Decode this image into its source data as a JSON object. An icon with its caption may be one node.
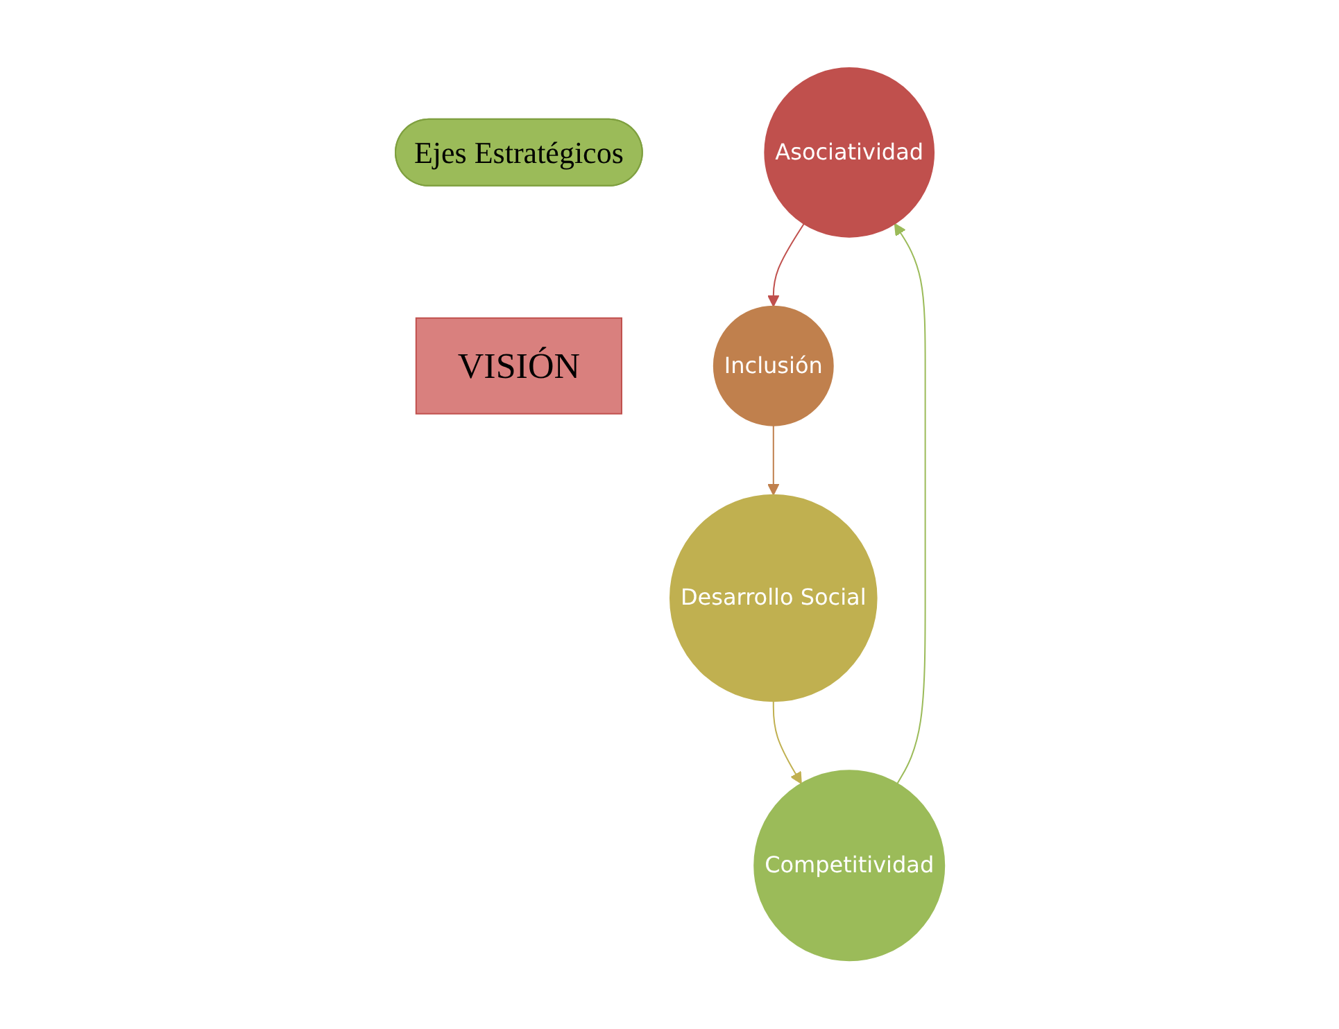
{
  "diagram": {
    "nodes": [
      {
        "text": [
          "Ejes Estratégicos"
        ]
      },
      {
        "text": [
          "Asociatividad"
        ]
      },
      {
        "text": [
          "Inclusión"
        ]
      },
      {
        "text": [
          "Desarrollo Social"
        ]
      },
      {
        "text": [
          "Competitividad"
        ]
      },
      {
        "text": [
          "VISIÓN"
        ]
      }
    ],
    "edges": [
      {
        "from": 4,
        "to": 1,
        "arrow": "to",
        "color": "#9bbb59"
      },
      {
        "from": 1,
        "to": 2,
        "arrow": "to",
        "color": "#c0504d"
      },
      {
        "from": 2,
        "to": 3,
        "arrow": "to",
        "color": "#c0804d"
      },
      {
        "from": 3,
        "to": 4,
        "arrow": "to",
        "color": "#c0b050"
      }
    ]
  }
}
